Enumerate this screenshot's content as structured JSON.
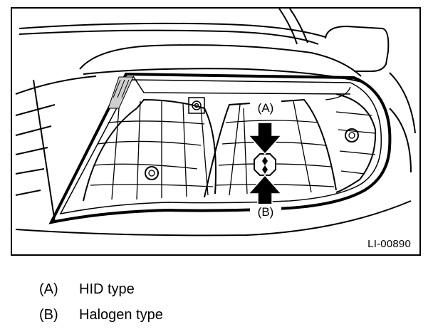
{
  "figure": {
    "id": "LI-00890",
    "callouts": {
      "a": "(A)",
      "b": "(B)"
    }
  },
  "legend": [
    {
      "key": "(A)",
      "text": "HID type"
    },
    {
      "key": "(B)",
      "text": "Halogen type"
    }
  ],
  "colors": {
    "line": "#000000",
    "background": "#ffffff",
    "reflector_shade": "#d9d9d9"
  }
}
